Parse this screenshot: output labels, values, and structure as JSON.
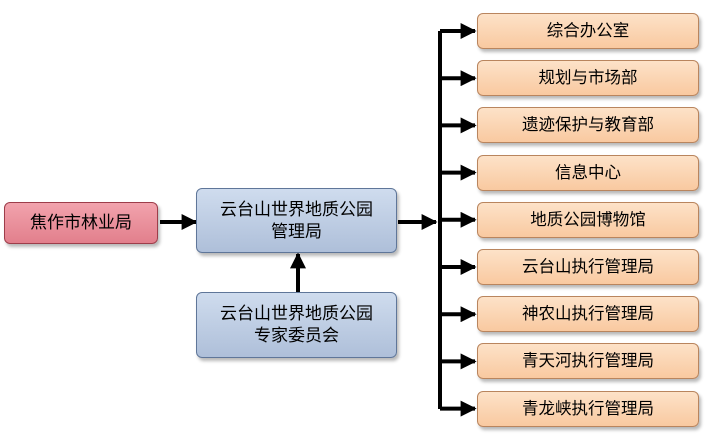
{
  "colors": {
    "forestry_box": "#e8909b",
    "bureau_box": "#bccbe3",
    "department_box": "#fbd5b3",
    "connector": "#000000"
  },
  "nodes": {
    "forestry_bureau": "焦作市林业局",
    "geopark_bureau": "云台山世界地质公园\n管理局",
    "expert_committee": "云台山世界地质公园\n专家委员会"
  },
  "departments": [
    "综合办公室",
    "规划与市场部",
    "遗迹保护与教育部",
    "信息中心",
    "地质公园博物馆",
    "云台山执行管理局",
    "神农山执行管理局",
    "青天河执行管理局",
    "青龙峡执行管理局"
  ]
}
